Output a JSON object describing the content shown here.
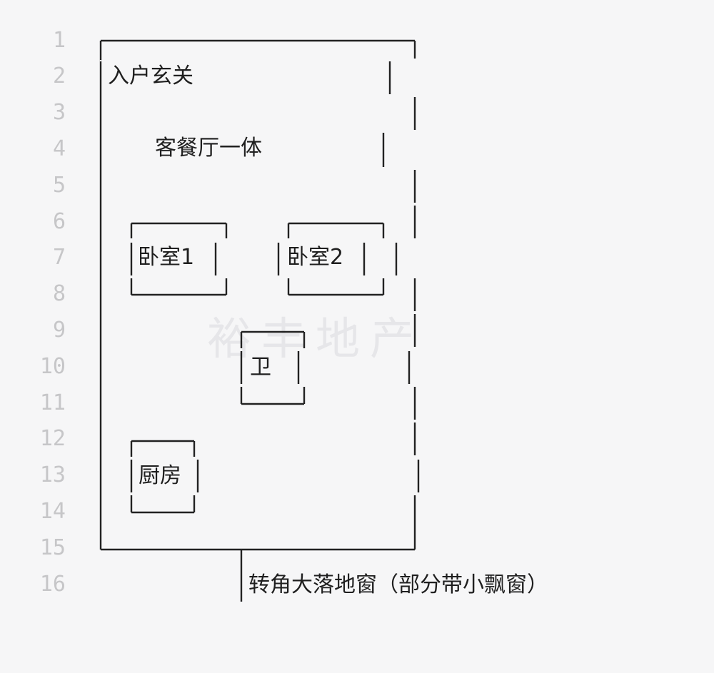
{
  "line_numbers": [
    "1",
    "2",
    "3",
    "4",
    "5",
    "6",
    "7",
    "8",
    "9",
    "10",
    "11",
    "12",
    "13",
    "14",
    "15",
    "16"
  ],
  "rooms": {
    "entrance": "入户玄关",
    "living_dining": "客餐厅一体",
    "bedroom1": "卧室1",
    "bedroom2": "卧室2",
    "bathroom": "卫",
    "kitchen": "厨房",
    "window": "转角大落地窗（部分带小飘窗）"
  },
  "watermark": "裕丰地产",
  "colors": {
    "line": "#222222",
    "text": "#1f1f1f",
    "line_numbers": "#c6c6c8",
    "background": "#f6f6f7"
  }
}
